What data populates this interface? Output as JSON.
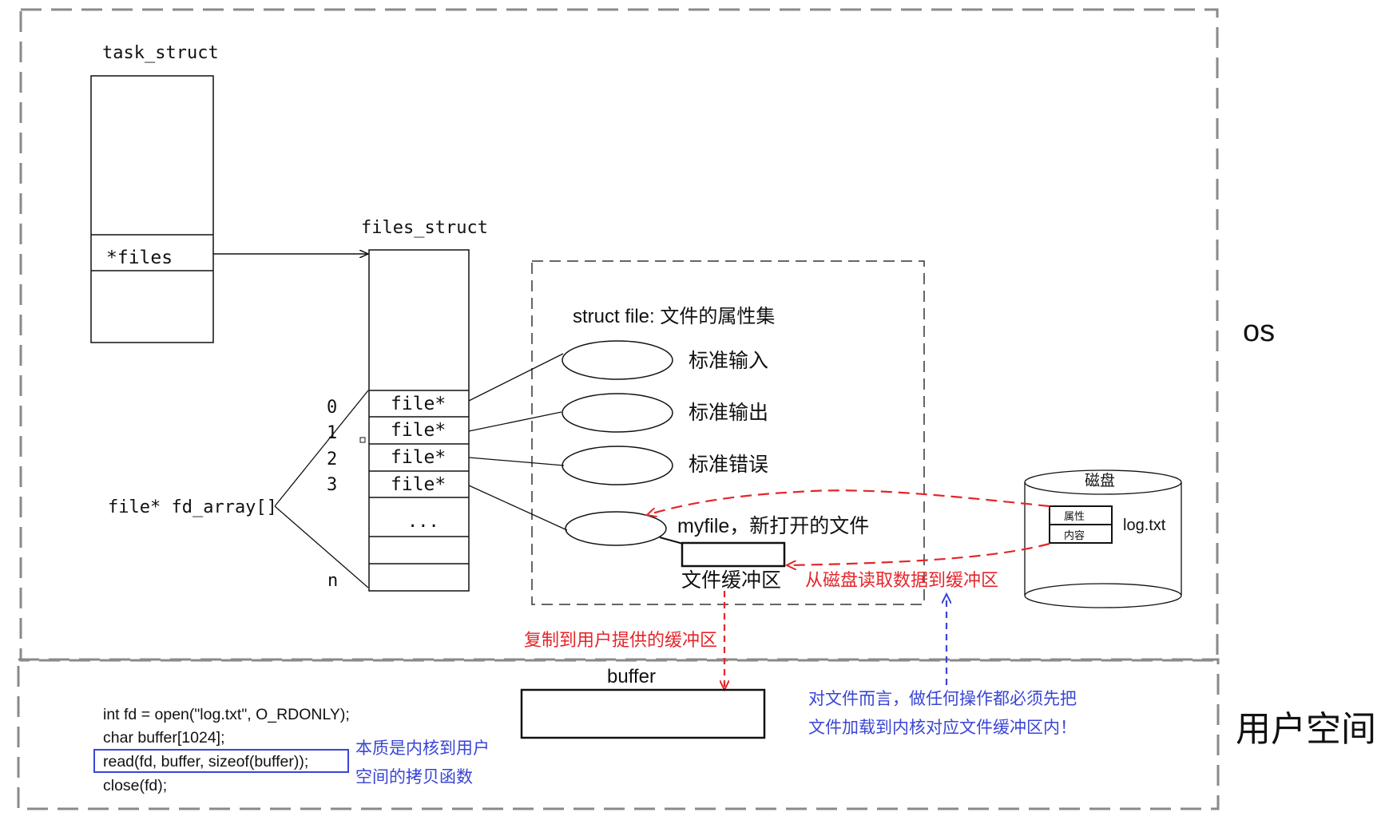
{
  "regions": {
    "os_label": "os",
    "user_label": "用户空间"
  },
  "task_struct": {
    "title": "task_struct",
    "files_field": "*files"
  },
  "files_struct": {
    "title": "files_struct",
    "slots": [
      "file*",
      "file*",
      "file*",
      "file*"
    ],
    "ellipsis": "...",
    "index_labels": [
      "0",
      "1",
      "2",
      "3"
    ],
    "last_index": "n",
    "array_label": "file* fd_array[]"
  },
  "struct_file": {
    "title": "struct file: 文件的属性集",
    "items": [
      "标准输入",
      "标准输出",
      "标准错误"
    ],
    "myfile_label": "myfile，新打开的文件",
    "buffer_label": "文件缓冲区"
  },
  "disk": {
    "title": "磁盘",
    "attr_label": "属性",
    "content_label": "内容",
    "file_name": "log.txt"
  },
  "annotations": {
    "read_from_disk": "从磁盘读取数据到缓冲区",
    "copy_to_user": "复制到用户提供的缓冲区",
    "must_load": [
      "对文件而言，做任何操作都必须先把",
      "文件加载到内核对应文件缓冲区内！"
    ],
    "copy_func": [
      "本质是内核到用户",
      "空间的拷贝函数"
    ]
  },
  "user_buffer": {
    "label": "buffer"
  },
  "code": {
    "lines": [
      "int fd = open(\"log.txt\", O_RDONLY);",
      "char buffer[1024];",
      "read(fd, buffer, sizeof(buffer));",
      "close(fd);"
    ]
  },
  "colors": {
    "annotation_red": "#e5252a",
    "annotation_blue": "#3a45d4",
    "region_border": "#8a8a8a",
    "line": "#111111"
  }
}
